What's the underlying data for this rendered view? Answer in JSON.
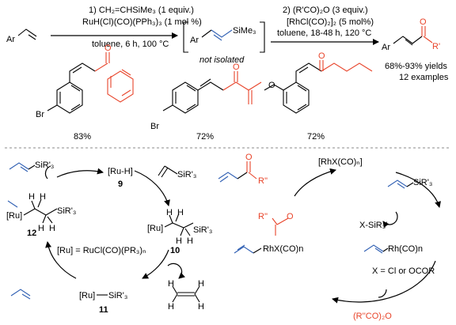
{
  "top": {
    "reactant_label": "Ar",
    "step1": {
      "line1": "1) CH₂=CHSiMe₃ (1 equiv.)",
      "line2": "RuH(Cl)(CO)(PPh₃)₃ (1 mol %)",
      "line3": "toluene, 6 h, 100 °C"
    },
    "intermediate": {
      "ar": "Ar",
      "sime3": "SiMe₃",
      "note": "not isolated"
    },
    "step2": {
      "line1_prefix": "2) ",
      "line1_reagent": "(R'CO)₂O",
      "line1_suffix": " (3 equiv.)",
      "line2": "[RhCl(CO)₂]₂ (5 mol%)",
      "line3": "toluene, 18-48 h, 120 °C"
    },
    "product": {
      "ar": "Ar",
      "o": "O",
      "r": "R'"
    },
    "yields_line1": "68%-93% yields",
    "yields_line2": "12 examples"
  },
  "examples": [
    {
      "substituent": "Br",
      "yield": "83%",
      "o": "O"
    },
    {
      "substituent": "Br",
      "yield": "72%",
      "o": "O"
    },
    {
      "substituent": "O",
      "yield": "72%",
      "o": "O"
    }
  ],
  "ru_cycle": {
    "ru_h": "[Ru-H]",
    "num_9": "9",
    "vinylsilane": "SiR'₃",
    "int10_ru": "[Ru]",
    "int10_si": "SiR'₃",
    "num_10": "10",
    "int11": "[Ru]",
    "int11_si": "SiR'₃",
    "num_11": "11",
    "int12_ru": "[Ru]",
    "int12_si": "SiR'₃",
    "h": "H",
    "num_12": "12",
    "product_si": "SiR'₃",
    "definition": "[Ru] = RuCl(CO)(PR₃)ₙ"
  },
  "rh_cycle": {
    "catalyst": "[RhX(CO)ₙ]",
    "product_r": "R''",
    "o": "O",
    "substrate_si": "SiR'₃",
    "byproduct": "X-SiR₃'",
    "vinyl_rh": "Rh(CO)n",
    "x_def": "X = Cl or OCOR",
    "anhydride": "(R''CO)₂O",
    "acyl_r": "R''",
    "acyl_rh": "RhX(CO)n"
  }
}
